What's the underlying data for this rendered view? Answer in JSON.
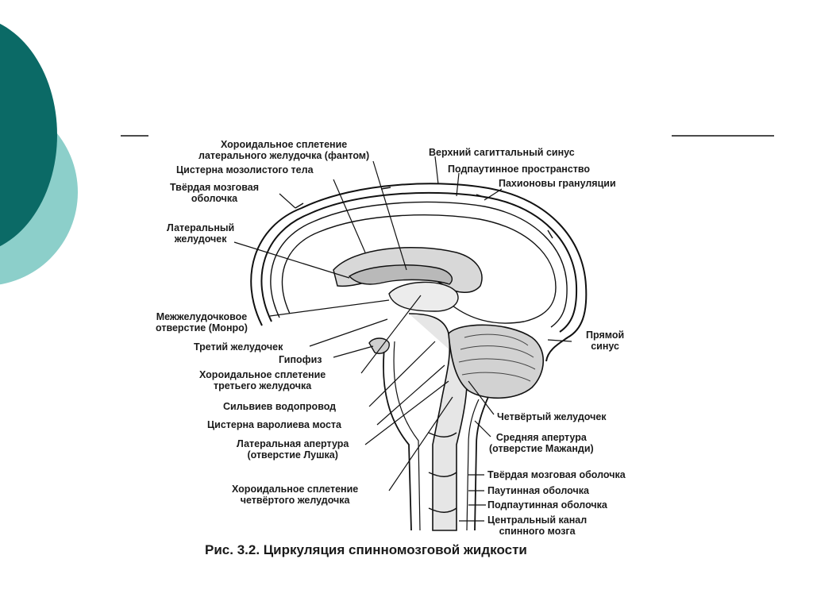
{
  "slide": {
    "colors": {
      "teal_dark": "#0b6a66",
      "teal_light": "#8ccfca",
      "line": "#111111",
      "tissue": "#cfcfcf"
    }
  },
  "diagram": {
    "labels": {
      "choroid_lateral_1": "Хороидальное сплетение",
      "choroid_lateral_2": "латерального желудочка (фантом)",
      "sup_sagittal": "Верхний сагиттальный синус",
      "cistern_callosum": "Цистерна мозолистого тела",
      "subarachnoid_space": "Подпаутинное пространство",
      "dura_1": "Твёрдая мозговая",
      "dura_2": "оболочка",
      "pacchionian": "Пахионовы грануляции",
      "lateral_ventricle_1": "Латеральный",
      "lateral_ventricle_2": "желудочек",
      "monro_1": "Межжелудочковое",
      "monro_2": "отверстие (Монро)",
      "straight_sinus_1": "Прямой",
      "straight_sinus_2": "синус",
      "third_ventricle": "Третий желудочек",
      "hypophysis": "Гипофиз",
      "choroid_third_1": "Хороидальное сплетение",
      "choroid_third_2": "третьего желудочка",
      "aqueduct": "Сильвиев водопровод",
      "fourth_ventricle": "Четвёртый желудочек",
      "pons_cistern": "Цистерна варолиева моста",
      "median_aperture_1": "Средняя апертура",
      "median_aperture_2": "(отверстие Мажанди)",
      "lateral_aperture_1": "Латеральная апертура",
      "lateral_aperture_2": "(отверстие Лушка)",
      "spinal_dura": "Твёрдая мозговая оболочка",
      "arachnoid": "Паутинная оболочка",
      "choroid_fourth_1": "Хороидальное сплетение",
      "choroid_fourth_2": "четвёртого желудочка",
      "subarachnoid_mem": "Подпаутинная оболочка",
      "central_canal_1": "Центральный канал",
      "central_canal_2": "спинного мозга"
    },
    "caption": "Рис. 3.2. Циркуляция спинномозговой жидкости"
  }
}
